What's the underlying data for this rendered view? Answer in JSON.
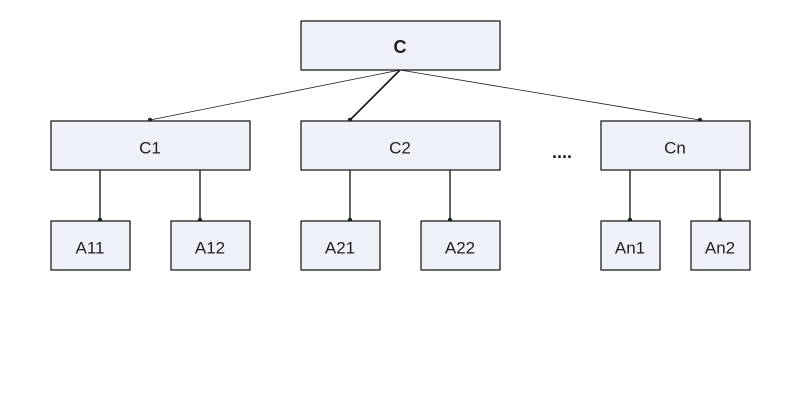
{
  "diagram": {
    "root": {
      "id": "C",
      "label": "C"
    },
    "children": [
      {
        "id": "C1",
        "label": "C1",
        "leaves": [
          {
            "id": "A11",
            "label": "A11"
          },
          {
            "id": "A12",
            "label": "A12"
          }
        ]
      },
      {
        "id": "C2",
        "label": "C2",
        "leaves": [
          {
            "id": "A21",
            "label": "A21"
          },
          {
            "id": "A22",
            "label": "A22"
          }
        ]
      },
      {
        "id": "Cn",
        "label": "Cn",
        "leaves": [
          {
            "id": "An1",
            "label": "An1"
          },
          {
            "id": "An2",
            "label": "An2"
          }
        ]
      }
    ],
    "ellipsis": "...."
  },
  "colors": {
    "node_fill": "#eef2f8",
    "stroke": "#1f1f1f",
    "background": "#ffffff"
  }
}
